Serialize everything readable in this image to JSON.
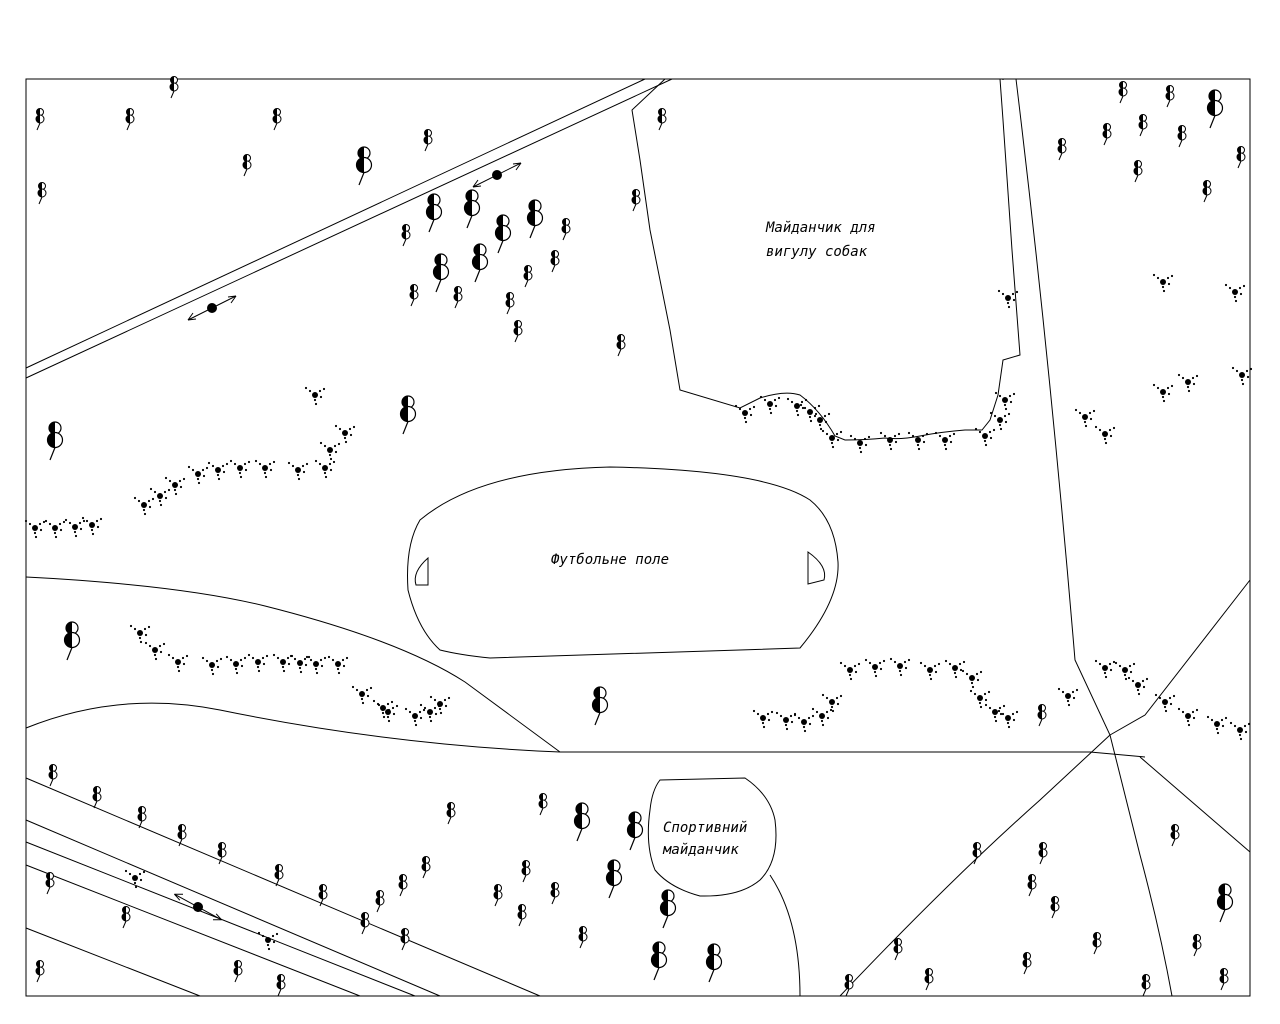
{
  "labels": {
    "dog_area_line1": "Майданчик для",
    "dog_area_line2": "вигулу собак",
    "football_field": "Футбольне поле",
    "sports_ground_line1": "Спортивний",
    "sports_ground_line2": "майданчик"
  },
  "colors": {
    "ink": "#000000",
    "paper": "#ffffff"
  },
  "symbols": [
    "deciduous-tree",
    "large-deciduous-tree",
    "shrub",
    "lamp-post"
  ]
}
